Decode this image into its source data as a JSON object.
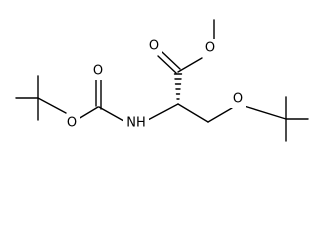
{
  "molecule": {
    "atoms": {
      "o_ester_carbonyl": "O",
      "o_ester_methoxy": "O",
      "o_carbamate_carbonyl": "O",
      "o_carbamate_ester": "O",
      "n_amide": "NH",
      "o_ether": "O"
    }
  },
  "colors": {
    "bond": "#000000",
    "label": "#000000",
    "background": "#ffffff"
  }
}
